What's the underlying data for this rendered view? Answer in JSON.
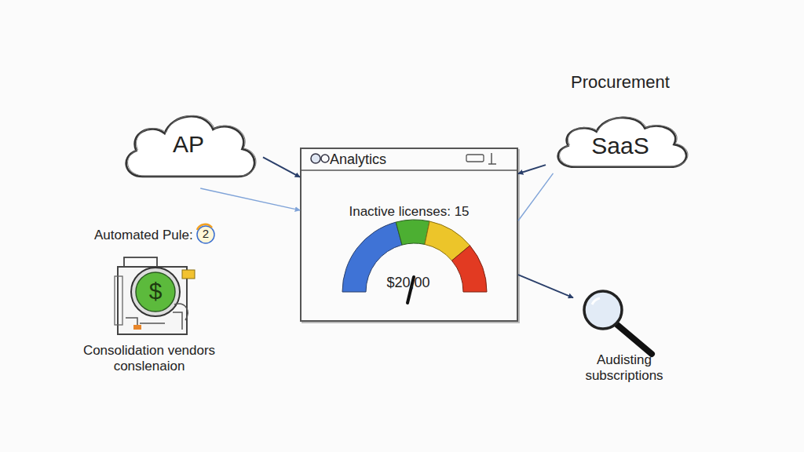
{
  "diagram": {
    "nodes": [
      {
        "text": [
          "AP"
        ]
      },
      {
        "text": [
          "Procurement",
          "SaaS"
        ]
      },
      {
        "text": [
          "Analytics",
          "Inactive licenses: 15",
          "$20,00"
        ]
      },
      {
        "text": [
          "Audisting subscriptions"
        ]
      }
    ],
    "edges": [
      {
        "from": 0,
        "to": 2,
        "arrow": "to"
      },
      {
        "from": 0,
        "to": 2,
        "arrow": "to"
      },
      {
        "from": 1,
        "to": 2,
        "arrow": "to"
      },
      {
        "from": 1,
        "to": 2,
        "arrow": "none"
      },
      {
        "from": 2,
        "to": 3,
        "arrow": "to"
      }
    ],
    "labels": [
      "Automated Pule:",
      "2",
      "$",
      "Consolidation vendors conslenaion"
    ]
  }
}
